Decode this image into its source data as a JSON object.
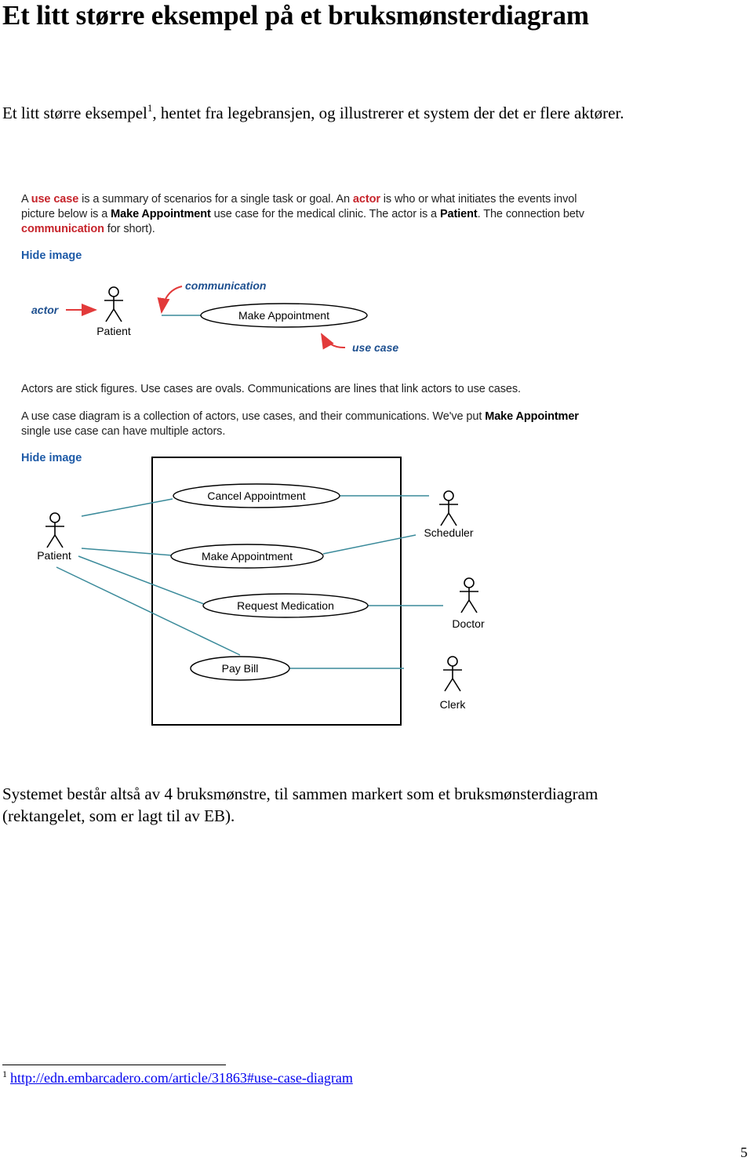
{
  "title": "Et litt større eksempel på et bruksmønsterdiagram",
  "intro": {
    "before_sup": "Et litt større eksempel",
    "sup": "1",
    "after_sup": ", hentet fra legebransjen, og illustrerer et system der det er flere aktører."
  },
  "screenshot": {
    "p1_line1": {
      "t1": "A ",
      "red1": "use case",
      "t2": " is a summary of scenarios for a single task or goal. An ",
      "red2": "actor",
      "t3": " is who or what initiates the events invol"
    },
    "p1_line2": {
      "t1": "picture below is a ",
      "b1": "Make Appointment",
      "t2": " use case for the medical clinic. The actor is a ",
      "b2": "Patient",
      "t3": ". The connection betv"
    },
    "p1_line3": {
      "red1": "communication",
      "t1": " for short)."
    },
    "hide_image_1": "Hide image",
    "fig1": {
      "actor_callout": "actor",
      "communication_callout": "communication",
      "usecase_callout": "use case",
      "actor_name": "Patient",
      "usecase_name": "Make Appointment"
    },
    "p2": "Actors are stick figures. Use cases are ovals. Communications are lines that link actors to use cases.",
    "p3_line1": {
      "t1": "A use case diagram is a collection of actors, use cases, and their communications. We've put ",
      "b1": "Make Appointmer"
    },
    "p3_line2": "single use case can have multiple actors.",
    "hide_image_2": "Hide image",
    "fig2": {
      "actors": [
        "Patient",
        "Scheduler",
        "Doctor",
        "Clerk"
      ],
      "use_cases": [
        "Cancel Appointment",
        "Make Appointment",
        "Request Medication",
        "Pay Bill"
      ]
    }
  },
  "summary_line1": "Systemet består altså av 4 bruksmønstre, til sammen markert som et bruksmønsterdiagram",
  "summary_line2": "(rektangelet, som er lagt til av EB).",
  "footnote": {
    "number": "1",
    "link": "http://edn.embarcadero.com/article/31863#use-case-diagram"
  },
  "page_number": "5",
  "colors": {
    "callout_blue": "#1d4f8f",
    "line_teal": "#3a8a9a",
    "red_label": "#c6242b",
    "link_blue": "#1d5aa7"
  }
}
